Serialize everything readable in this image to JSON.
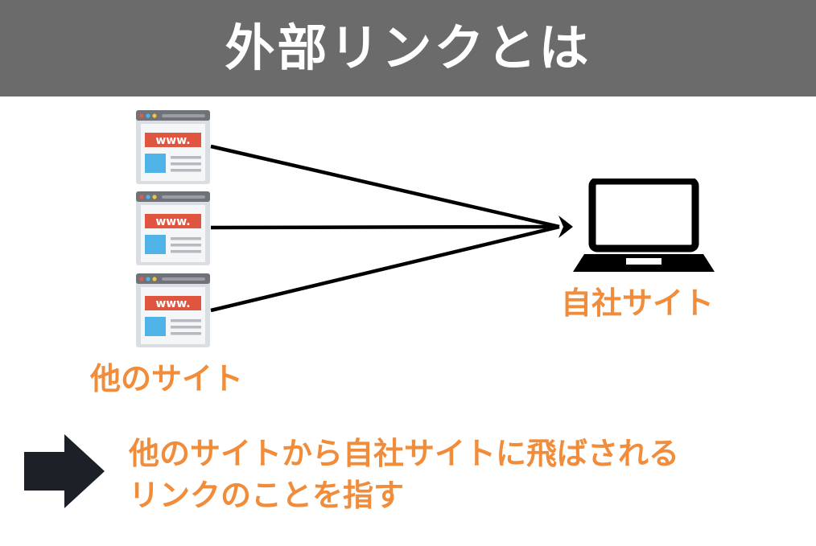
{
  "header": {
    "title": "外部リンクとは"
  },
  "browser_window": {
    "url_text": "www."
  },
  "labels": {
    "other_sites": "他のサイト",
    "own_site": "自社サイト"
  },
  "summary": {
    "line1": "他のサイトから自社サイトに飛ばされる",
    "line2": "リンクのことを指す"
  },
  "colors": {
    "header_bg": "#6b6b6b",
    "accent_orange": "#f08c3a",
    "url_bar_red": "#e0553f",
    "image_block_blue": "#4fb3e8",
    "dark_icon": "#1b2127",
    "line_black": "#000000"
  }
}
